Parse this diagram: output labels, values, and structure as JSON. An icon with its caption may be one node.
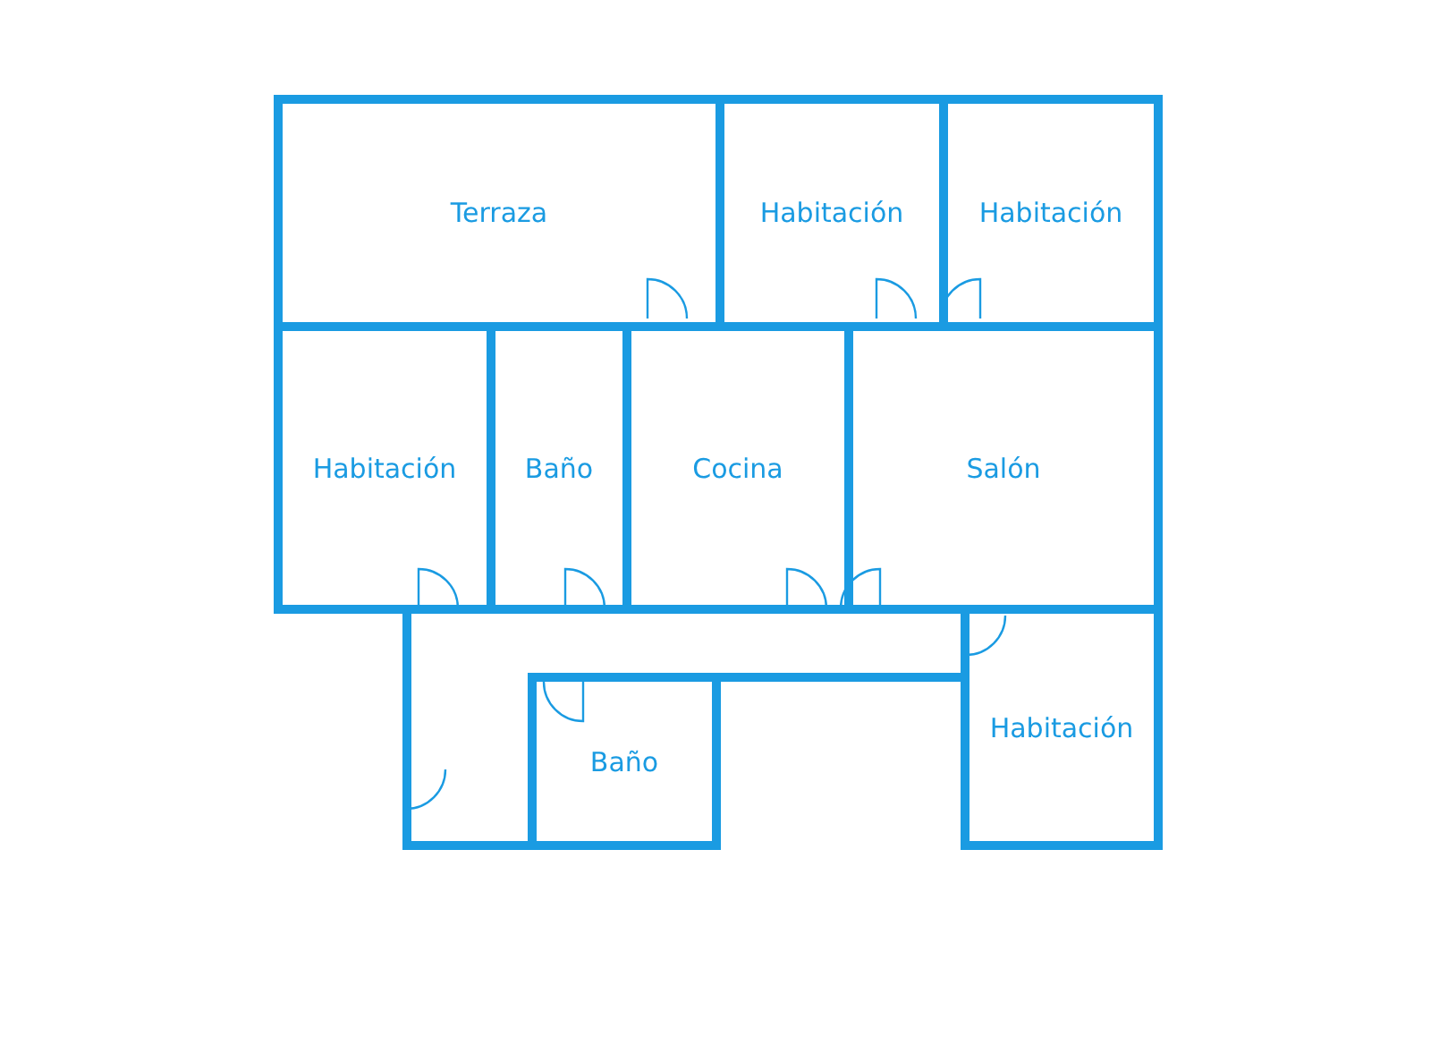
{
  "diagram": {
    "nodes": [
      {
        "text": [
          "Terraza"
        ]
      },
      {
        "text": [
          "Habitación"
        ]
      },
      {
        "text": [
          "Habitación"
        ]
      },
      {
        "text": [
          "Habitación"
        ]
      },
      {
        "text": [
          "Baño"
        ]
      },
      {
        "text": [
          "Cocina"
        ]
      },
      {
        "text": [
          "Salón"
        ]
      },
      {
        "text": [
          "Habitación"
        ]
      },
      {
        "text": [
          "Baño"
        ]
      }
    ]
  }
}
